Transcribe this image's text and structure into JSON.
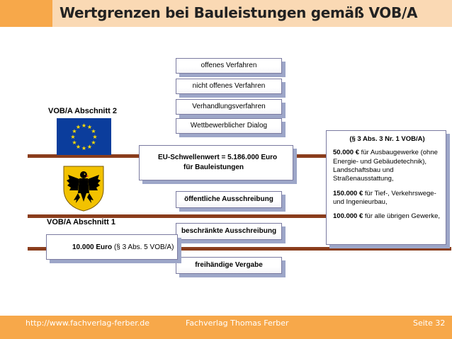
{
  "title": "Wertgrenzen bei Bauleistungen gemäß VOB/A",
  "section2_label": "VOB/A Abschnitt 2",
  "section1_label": "VOB/A Abschnitt 1",
  "procedures_upper": [
    "offenes Verfahren",
    "nicht offenes Verfahren",
    "Verhandlungsverfahren",
    "Wettbewerblicher Dialog"
  ],
  "threshold": {
    "line1": "EU-Schwellenwert = 5.186.000 Euro",
    "line2": "für Bauleistungen"
  },
  "procedures_lower": [
    "öffentliche Ausschreibung",
    "beschränkte Ausschreibung",
    "freihändige Vergabe"
  ],
  "small_threshold": {
    "amount": "10.000 Euro",
    "reference": "(§ 3 Abs. 5 VOB/A)"
  },
  "info_box": {
    "heading": "(§ 3 Abs. 3 Nr. 1 VOB/A)",
    "items": [
      {
        "amount": "50.000 €",
        "text": "für Ausbaugewerke (ohne Energie- und Gebäudetechnik), Landschaftsbau und Straßenausstattung,"
      },
      {
        "amount": "150.000 €",
        "text": "für Tief-, Verkehrswege- und Ingenieurbau,"
      },
      {
        "amount": "100.000 €",
        "text": "für alle übrigen Gewerke,"
      }
    ]
  },
  "footer": {
    "url": "http://www.fachverlag-ferber.de",
    "publisher": "Fachverlag Thomas Ferber",
    "page": "Seite 32"
  },
  "colors": {
    "title_bar": "#fad9b4",
    "accent_orange": "#f7a84a",
    "divider_line": "#8a3d1c",
    "box_shadow": "#9da6c8",
    "eu_blue": "#0b3d9c",
    "eu_gold": "#ffdd00"
  },
  "icons": [
    "eu-flag-icon",
    "german-eagle-icon"
  ]
}
